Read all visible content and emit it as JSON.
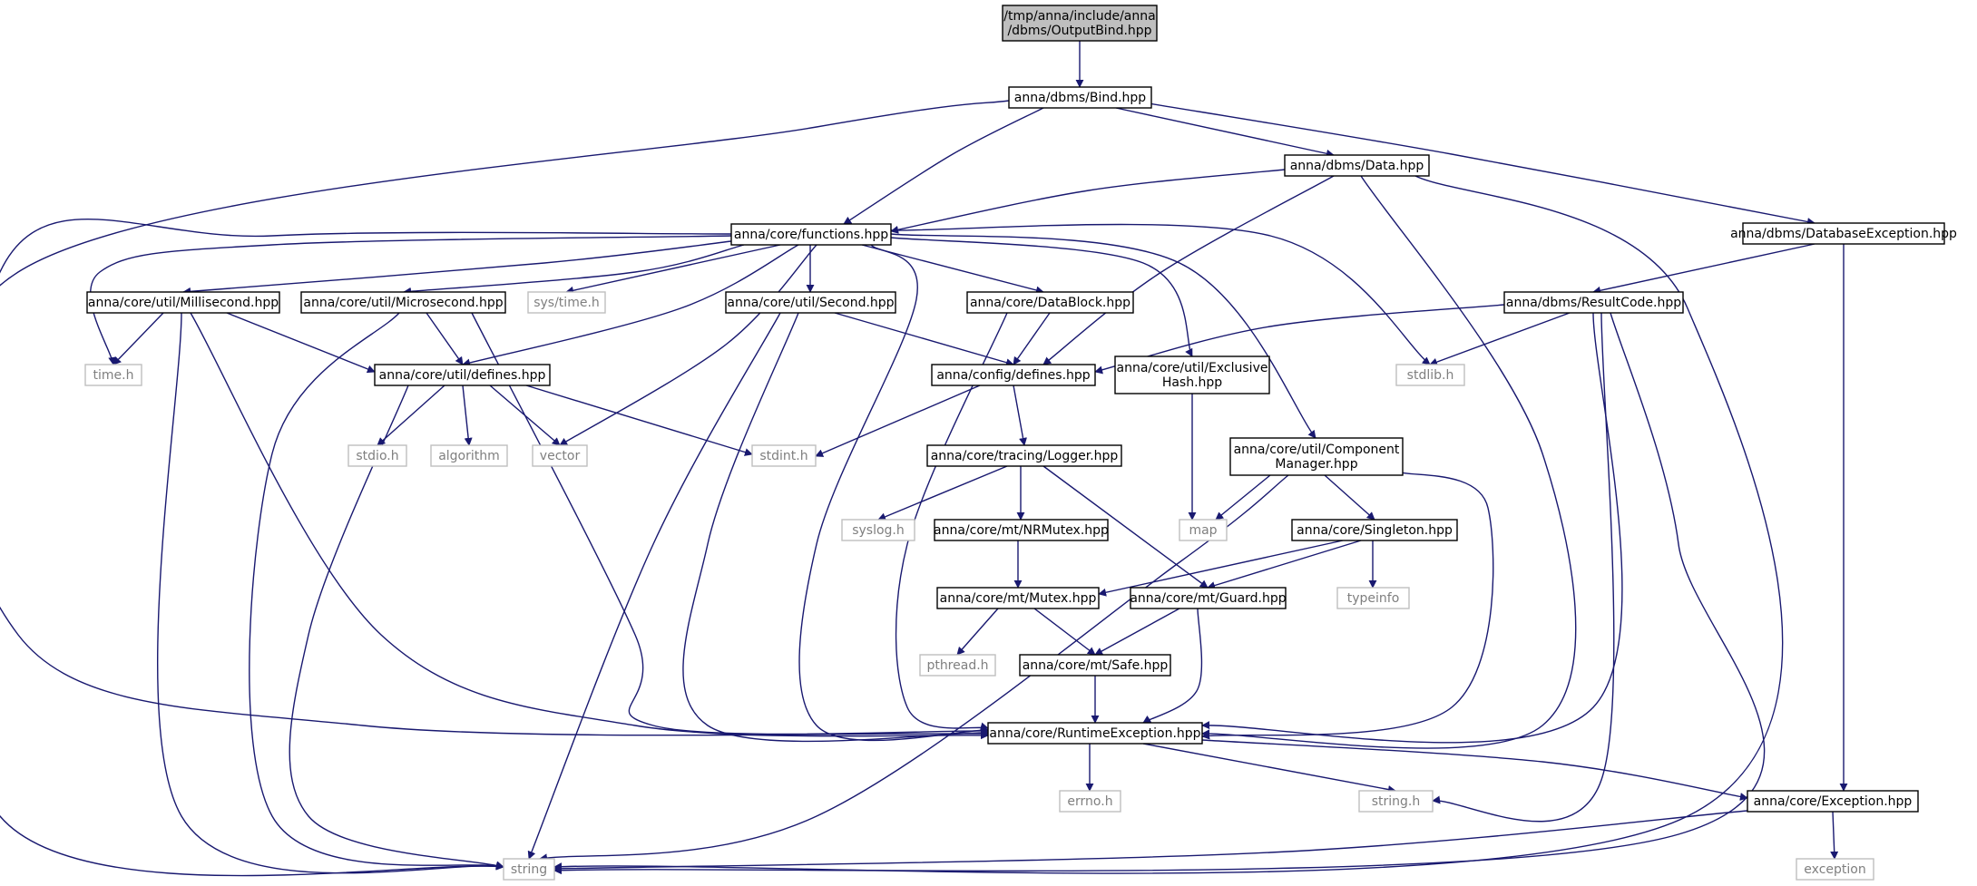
{
  "graph": {
    "colors": {
      "edge": "#191970",
      "node_border": "#000000",
      "system_border": "#bfbfbf",
      "system_text": "#7f7f7f",
      "root_fill": "#bfbfbf"
    },
    "nodes": [
      {
        "id": "outputbind",
        "lines": [
          "/tmp/anna/include/anna",
          "/dbms/OutputBind.hpp"
        ],
        "kind": "root"
      },
      {
        "id": "bind",
        "lines": [
          "anna/dbms/Bind.hpp"
        ],
        "kind": "local"
      },
      {
        "id": "data",
        "lines": [
          "anna/dbms/Data.hpp"
        ],
        "kind": "local"
      },
      {
        "id": "functions",
        "lines": [
          "anna/core/functions.hpp"
        ],
        "kind": "local"
      },
      {
        "id": "dbexception",
        "lines": [
          "anna/dbms/DatabaseException.hpp"
        ],
        "kind": "local"
      },
      {
        "id": "resultcode",
        "lines": [
          "anna/dbms/ResultCode.hpp"
        ],
        "kind": "local"
      },
      {
        "id": "millisecond",
        "lines": [
          "anna/core/util/Millisecond.hpp"
        ],
        "kind": "local"
      },
      {
        "id": "microsecond",
        "lines": [
          "anna/core/util/Microsecond.hpp"
        ],
        "kind": "local"
      },
      {
        "id": "systime",
        "lines": [
          "sys/time.h"
        ],
        "kind": "system"
      },
      {
        "id": "second",
        "lines": [
          "anna/core/util/Second.hpp"
        ],
        "kind": "local"
      },
      {
        "id": "datablock",
        "lines": [
          "anna/core/DataBlock.hpp"
        ],
        "kind": "local"
      },
      {
        "id": "timeh",
        "lines": [
          "time.h"
        ],
        "kind": "system"
      },
      {
        "id": "utildefines",
        "lines": [
          "anna/core/util/defines.hpp"
        ],
        "kind": "local"
      },
      {
        "id": "configdefines",
        "lines": [
          "anna/config/defines.hpp"
        ],
        "kind": "local"
      },
      {
        "id": "exclusivehash",
        "lines": [
          "anna/core/util/Exclusive",
          "Hash.hpp"
        ],
        "kind": "local"
      },
      {
        "id": "stdlib",
        "lines": [
          "stdlib.h"
        ],
        "kind": "system"
      },
      {
        "id": "stdio",
        "lines": [
          "stdio.h"
        ],
        "kind": "system"
      },
      {
        "id": "algorithm",
        "lines": [
          "algorithm"
        ],
        "kind": "system"
      },
      {
        "id": "vector",
        "lines": [
          "vector"
        ],
        "kind": "system"
      },
      {
        "id": "stdint",
        "lines": [
          "stdint.h"
        ],
        "kind": "system"
      },
      {
        "id": "logger",
        "lines": [
          "anna/core/tracing/Logger.hpp"
        ],
        "kind": "local"
      },
      {
        "id": "compmanager",
        "lines": [
          "anna/core/util/Component",
          "Manager.hpp"
        ],
        "kind": "local"
      },
      {
        "id": "syslog",
        "lines": [
          "syslog.h"
        ],
        "kind": "system"
      },
      {
        "id": "nrmutex",
        "lines": [
          "anna/core/mt/NRMutex.hpp"
        ],
        "kind": "local"
      },
      {
        "id": "map",
        "lines": [
          "map"
        ],
        "kind": "system"
      },
      {
        "id": "singleton",
        "lines": [
          "anna/core/Singleton.hpp"
        ],
        "kind": "local"
      },
      {
        "id": "mutex",
        "lines": [
          "anna/core/mt/Mutex.hpp"
        ],
        "kind": "local"
      },
      {
        "id": "guard",
        "lines": [
          "anna/core/mt/Guard.hpp"
        ],
        "kind": "local"
      },
      {
        "id": "typeinfo",
        "lines": [
          "typeinfo"
        ],
        "kind": "system"
      },
      {
        "id": "pthread",
        "lines": [
          "pthread.h"
        ],
        "kind": "system"
      },
      {
        "id": "safe",
        "lines": [
          "anna/core/mt/Safe.hpp"
        ],
        "kind": "local"
      },
      {
        "id": "runtimeexc",
        "lines": [
          "anna/core/RuntimeException.hpp"
        ],
        "kind": "local"
      },
      {
        "id": "errno",
        "lines": [
          "errno.h"
        ],
        "kind": "system"
      },
      {
        "id": "stringh",
        "lines": [
          "string.h"
        ],
        "kind": "system"
      },
      {
        "id": "exception_hpp",
        "lines": [
          "anna/core/Exception.hpp"
        ],
        "kind": "local"
      },
      {
        "id": "string",
        "lines": [
          "string"
        ],
        "kind": "system"
      },
      {
        "id": "exception",
        "lines": [
          "exception"
        ],
        "kind": "system"
      }
    ],
    "edges": [
      [
        "outputbind",
        "bind"
      ],
      [
        "bind",
        "runtimeexc"
      ],
      [
        "bind",
        "functions"
      ],
      [
        "bind",
        "data"
      ],
      [
        "bind",
        "dbexception"
      ],
      [
        "data",
        "functions"
      ],
      [
        "data",
        "configdefines"
      ],
      [
        "data",
        "runtimeexc"
      ],
      [
        "data",
        "string"
      ],
      [
        "functions",
        "string"
      ],
      [
        "functions",
        "timeh"
      ],
      [
        "functions",
        "millisecond"
      ],
      [
        "functions",
        "microsecond"
      ],
      [
        "functions",
        "systime"
      ],
      [
        "functions",
        "second"
      ],
      [
        "functions",
        "datablock"
      ],
      [
        "functions",
        "utildefines"
      ],
      [
        "functions",
        "vector"
      ],
      [
        "functions",
        "runtimeexc"
      ],
      [
        "functions",
        "exclusivehash"
      ],
      [
        "functions",
        "compmanager"
      ],
      [
        "functions",
        "stdlib"
      ],
      [
        "dbexception",
        "resultcode"
      ],
      [
        "dbexception",
        "exception_hpp"
      ],
      [
        "resultcode",
        "configdefines"
      ],
      [
        "resultcode",
        "stdlib"
      ],
      [
        "resultcode",
        "runtimeexc"
      ],
      [
        "resultcode",
        "stringh"
      ],
      [
        "resultcode",
        "string"
      ],
      [
        "millisecond",
        "timeh"
      ],
      [
        "millisecond",
        "utildefines"
      ],
      [
        "millisecond",
        "runtimeexc"
      ],
      [
        "millisecond",
        "string"
      ],
      [
        "microsecond",
        "utildefines"
      ],
      [
        "microsecond",
        "runtimeexc"
      ],
      [
        "microsecond",
        "string"
      ],
      [
        "second",
        "configdefines"
      ],
      [
        "second",
        "runtimeexc"
      ],
      [
        "second",
        "string"
      ],
      [
        "datablock",
        "configdefines"
      ],
      [
        "datablock",
        "runtimeexc"
      ],
      [
        "utildefines",
        "stdio"
      ],
      [
        "utildefines",
        "algorithm"
      ],
      [
        "utildefines",
        "vector"
      ],
      [
        "utildefines",
        "stdint"
      ],
      [
        "utildefines",
        "string"
      ],
      [
        "configdefines",
        "stdint"
      ],
      [
        "configdefines",
        "logger"
      ],
      [
        "exclusivehash",
        "map"
      ],
      [
        "logger",
        "syslog"
      ],
      [
        "logger",
        "nrmutex"
      ],
      [
        "logger",
        "guard"
      ],
      [
        "nrmutex",
        "mutex"
      ],
      [
        "compmanager",
        "map"
      ],
      [
        "compmanager",
        "singleton"
      ],
      [
        "compmanager",
        "runtimeexc"
      ],
      [
        "compmanager",
        "string"
      ],
      [
        "singleton",
        "typeinfo"
      ],
      [
        "singleton",
        "mutex"
      ],
      [
        "singleton",
        "guard"
      ],
      [
        "mutex",
        "pthread"
      ],
      [
        "mutex",
        "safe"
      ],
      [
        "guard",
        "safe"
      ],
      [
        "guard",
        "runtimeexc"
      ],
      [
        "safe",
        "runtimeexc"
      ],
      [
        "runtimeexc",
        "errno"
      ],
      [
        "runtimeexc",
        "stringh"
      ],
      [
        "runtimeexc",
        "exception_hpp"
      ],
      [
        "exception_hpp",
        "string"
      ],
      [
        "exception_hpp",
        "exception"
      ]
    ]
  }
}
